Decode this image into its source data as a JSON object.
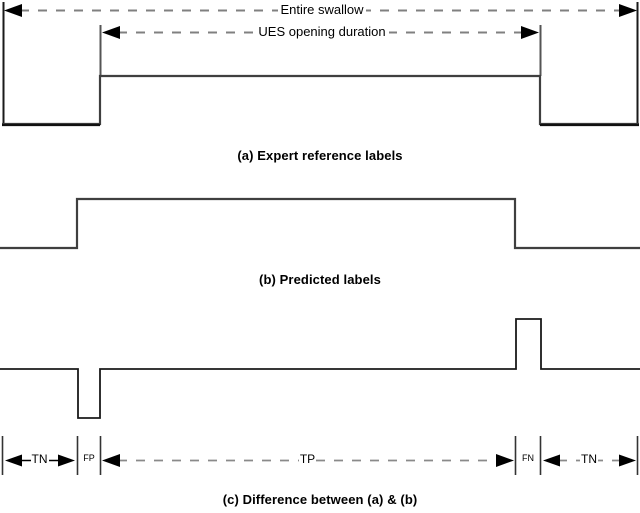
{
  "figure": {
    "title_annotations": {
      "entire_swallow": "Entire swallow",
      "ues_opening_duration": "UES opening duration"
    },
    "panels": [
      {
        "id": "a",
        "caption": "(a) Expert reference labels"
      },
      {
        "id": "b",
        "caption": "(b) Predicted labels"
      },
      {
        "id": "c",
        "caption": "(c) Difference between (a) & (b)"
      }
    ],
    "metrics": [
      {
        "key": "tn_left",
        "label": "TN"
      },
      {
        "key": "fp",
        "label": "FP"
      },
      {
        "key": "tp",
        "label": "TP"
      },
      {
        "key": "fn",
        "label": "FN"
      },
      {
        "key": "tn_right",
        "label": "TN"
      }
    ],
    "colors": {
      "stroke": "#1a1a1a",
      "signal": "#3f3f3f",
      "dash": "#808080",
      "background": "#ffffff"
    }
  },
  "chart_data": {
    "type": "line",
    "title": "",
    "xlabel": "",
    "ylabel": "",
    "xlim": [
      0,
      640
    ],
    "grid": false,
    "legend": "none",
    "annotations": [
      {
        "text": "Entire swallow",
        "span_x": [
          3,
          637
        ],
        "style": "dashed-double-arrow",
        "y": 10
      },
      {
        "text": "UES opening duration",
        "span_x": [
          100,
          540
        ],
        "style": "dashed-double-arrow",
        "y": 32
      }
    ],
    "series": [
      {
        "name": "(a) Expert reference labels",
        "baseline_y": 124,
        "high_y": 76,
        "steps": [
          {
            "x": 3,
            "level": "low"
          },
          {
            "x": 100,
            "level": "high"
          },
          {
            "x": 540,
            "level": "low"
          },
          {
            "x": 638,
            "level": "low"
          }
        ]
      },
      {
        "name": "(b) Predicted labels",
        "baseline_y": 248,
        "high_y": 199,
        "steps": [
          {
            "x": 0,
            "level": "low"
          },
          {
            "x": 77,
            "level": "high"
          },
          {
            "x": 515,
            "level": "low"
          },
          {
            "x": 640,
            "level": "low"
          }
        ]
      },
      {
        "name": "(c) Difference between (a) & (b)",
        "baseline_y": 369,
        "high_y": 319,
        "low_y": 418,
        "steps": [
          {
            "x": 0,
            "level": "zero"
          },
          {
            "x": 78,
            "level": "negative"
          },
          {
            "x": 100,
            "level": "zero"
          },
          {
            "x": 516,
            "level": "positive"
          },
          {
            "x": 541,
            "level": "zero"
          },
          {
            "x": 640,
            "level": "zero"
          }
        ]
      }
    ],
    "segment_labels": [
      {
        "label": "TN",
        "span_x": [
          3,
          77
        ],
        "arrows": "double"
      },
      {
        "label": "FP",
        "span_x": [
          78,
          100
        ],
        "arrows": "none"
      },
      {
        "label": "TP",
        "span_x": [
          100,
          515
        ],
        "arrows": "double"
      },
      {
        "label": "FN",
        "span_x": [
          516,
          540
        ],
        "arrows": "none"
      },
      {
        "label": "TN",
        "span_x": [
          541,
          637
        ],
        "arrows": "double"
      }
    ]
  }
}
